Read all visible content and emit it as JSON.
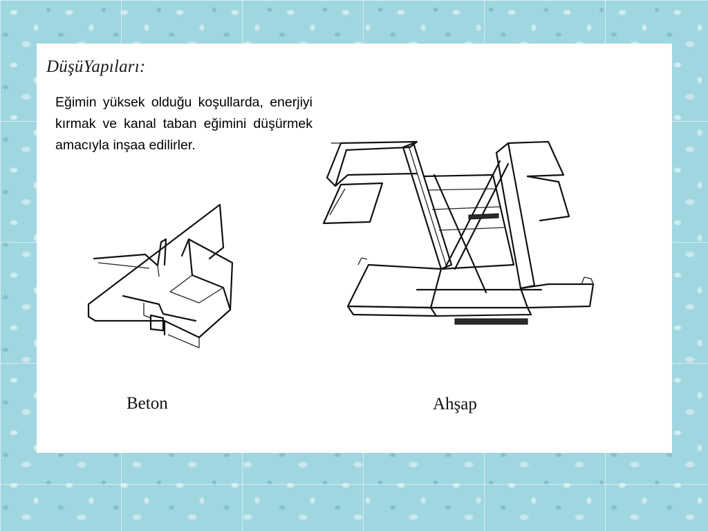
{
  "slide": {
    "title": "DüşüYapıları:",
    "body": "Eğimin yüksek olduğu koşullarda, enerjiyi kırmak ve kanal taban eğimini düşürmek amacıyla inşaa edilirler.",
    "figures": [
      {
        "label": "Beton"
      },
      {
        "label": "Ahşap"
      }
    ]
  }
}
